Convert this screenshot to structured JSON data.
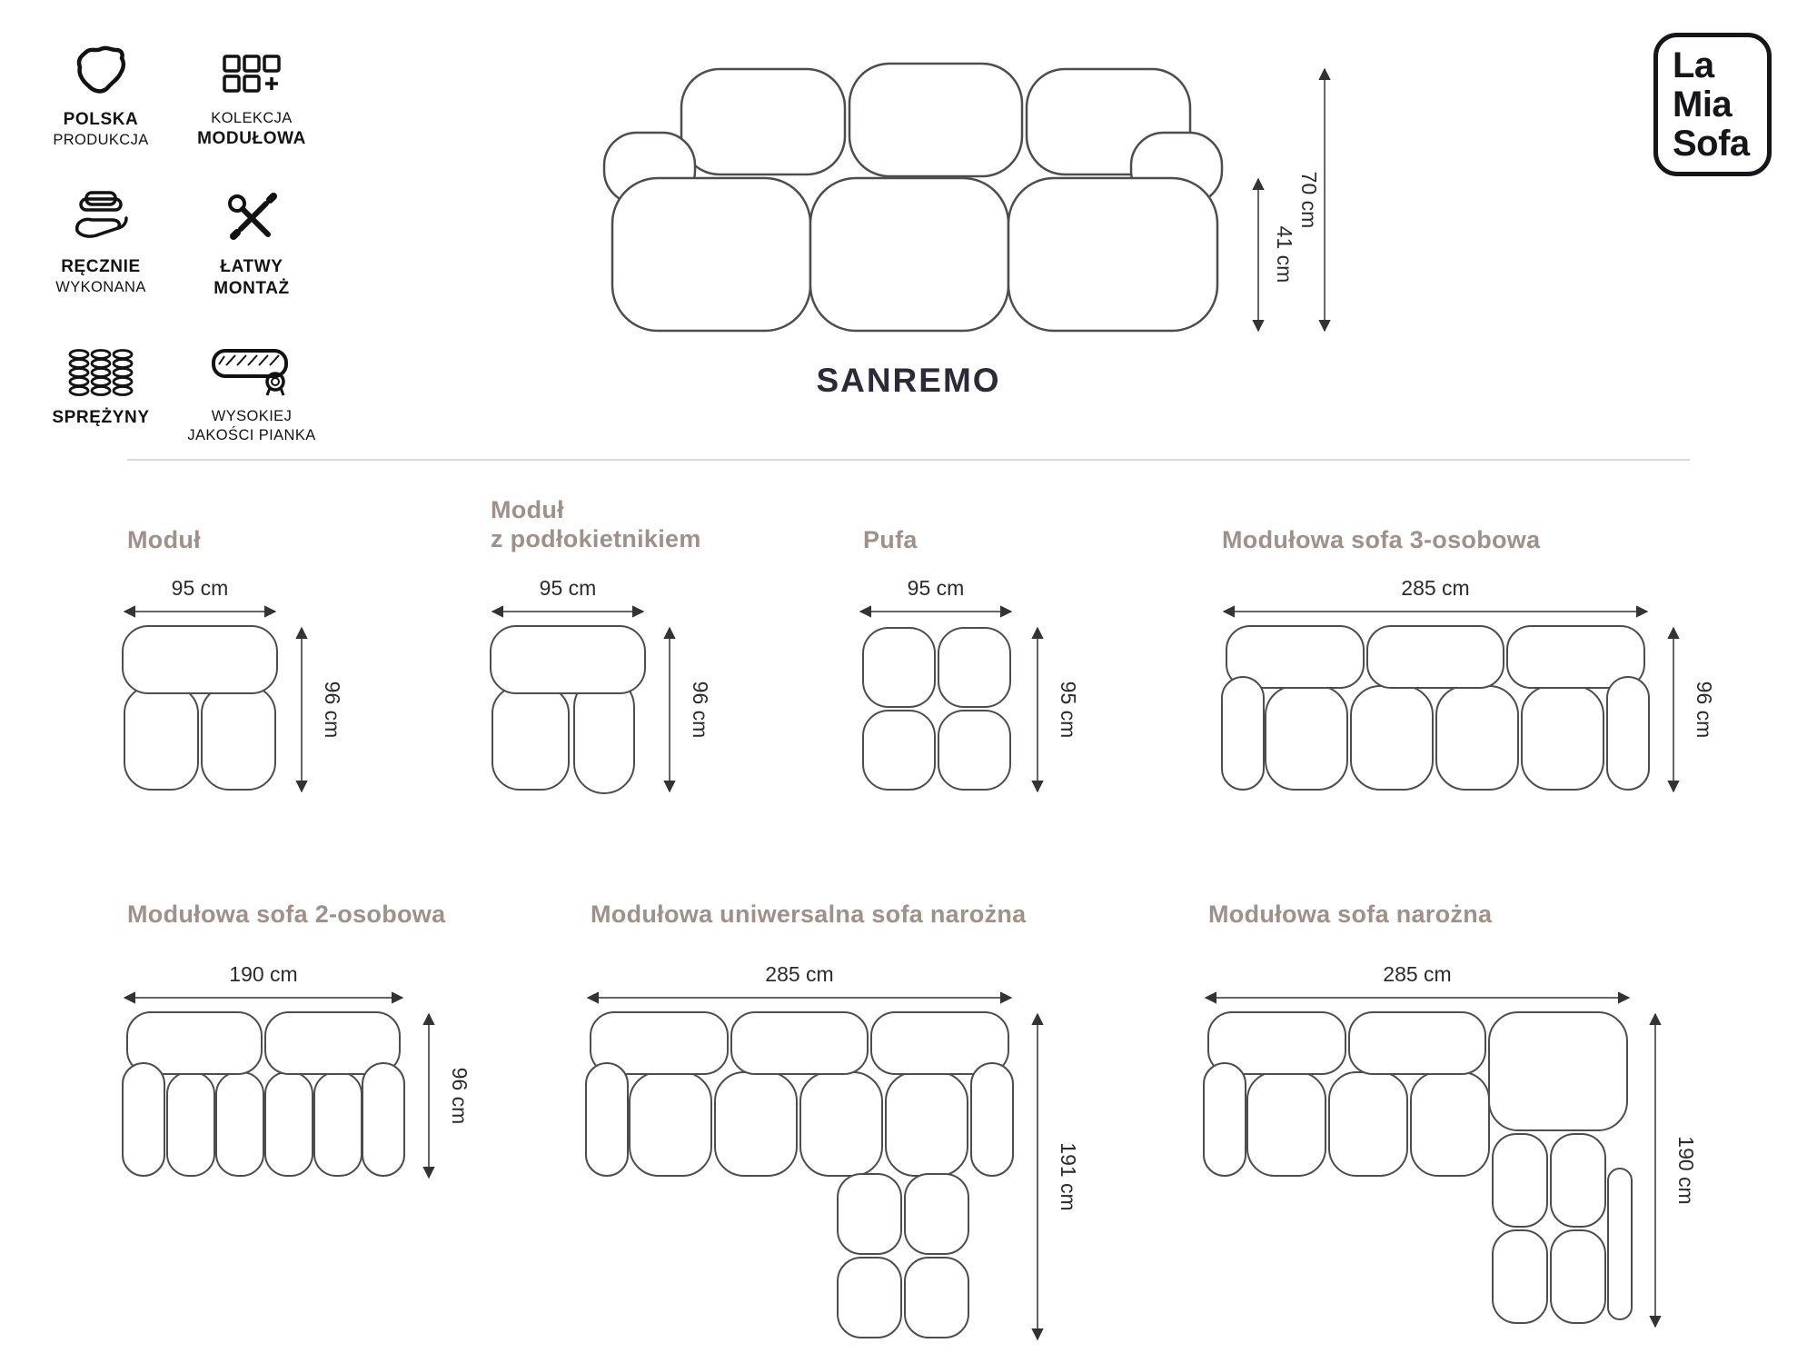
{
  "brand": {
    "line1": "La",
    "line2": "Mia",
    "line3": "Sofa"
  },
  "product": {
    "name": "SANREMO"
  },
  "hero_dimensions": {
    "total_height": "70 cm",
    "seat_height": "41 cm"
  },
  "features": [
    {
      "icon": "poland-map",
      "line1": "POLSKA",
      "line2": "PRODUKCJA"
    },
    {
      "icon": "modular-collection",
      "line1": "KOLEKCJA",
      "line2": "MODUŁOWA"
    },
    {
      "icon": "handmade",
      "line1": "RĘCZNIE",
      "line2": "WYKONANA"
    },
    {
      "icon": "easy-assembly",
      "line1": "ŁATWY",
      "line2": "MONTAŻ"
    },
    {
      "icon": "springs",
      "line1": "SPRĘŻYNY",
      "line2": ""
    },
    {
      "icon": "high-quality-foam",
      "line1": "WYSOKIEJ",
      "line2": "JAKOŚCI PIANKA"
    }
  ],
  "modules": [
    {
      "title": "Moduł",
      "width": "95 cm",
      "depth": "96 cm"
    },
    {
      "title": "Moduł\nz podłokietnikiem",
      "width": "95 cm",
      "depth": "96 cm"
    },
    {
      "title": "Pufa",
      "width": "95 cm",
      "depth": "95 cm"
    },
    {
      "title": "Modułowa sofa 3-osobowa",
      "width": "285 cm",
      "depth": "96 cm"
    },
    {
      "title": "Modułowa sofa 2-osobowa",
      "width": "190 cm",
      "depth": "96 cm"
    },
    {
      "title": "Modułowa uniwersalna sofa narożna",
      "width": "285 cm",
      "depth": "191 cm"
    },
    {
      "title": "Modułowa sofa narożna",
      "width": "285 cm",
      "depth": "190 cm"
    }
  ],
  "colors": {
    "module_title": "#a0908a",
    "heading": "#2d2936",
    "drawing_line": "#4d4d4d",
    "dimension_text": "#2b2b2b",
    "icon": "#121212"
  }
}
